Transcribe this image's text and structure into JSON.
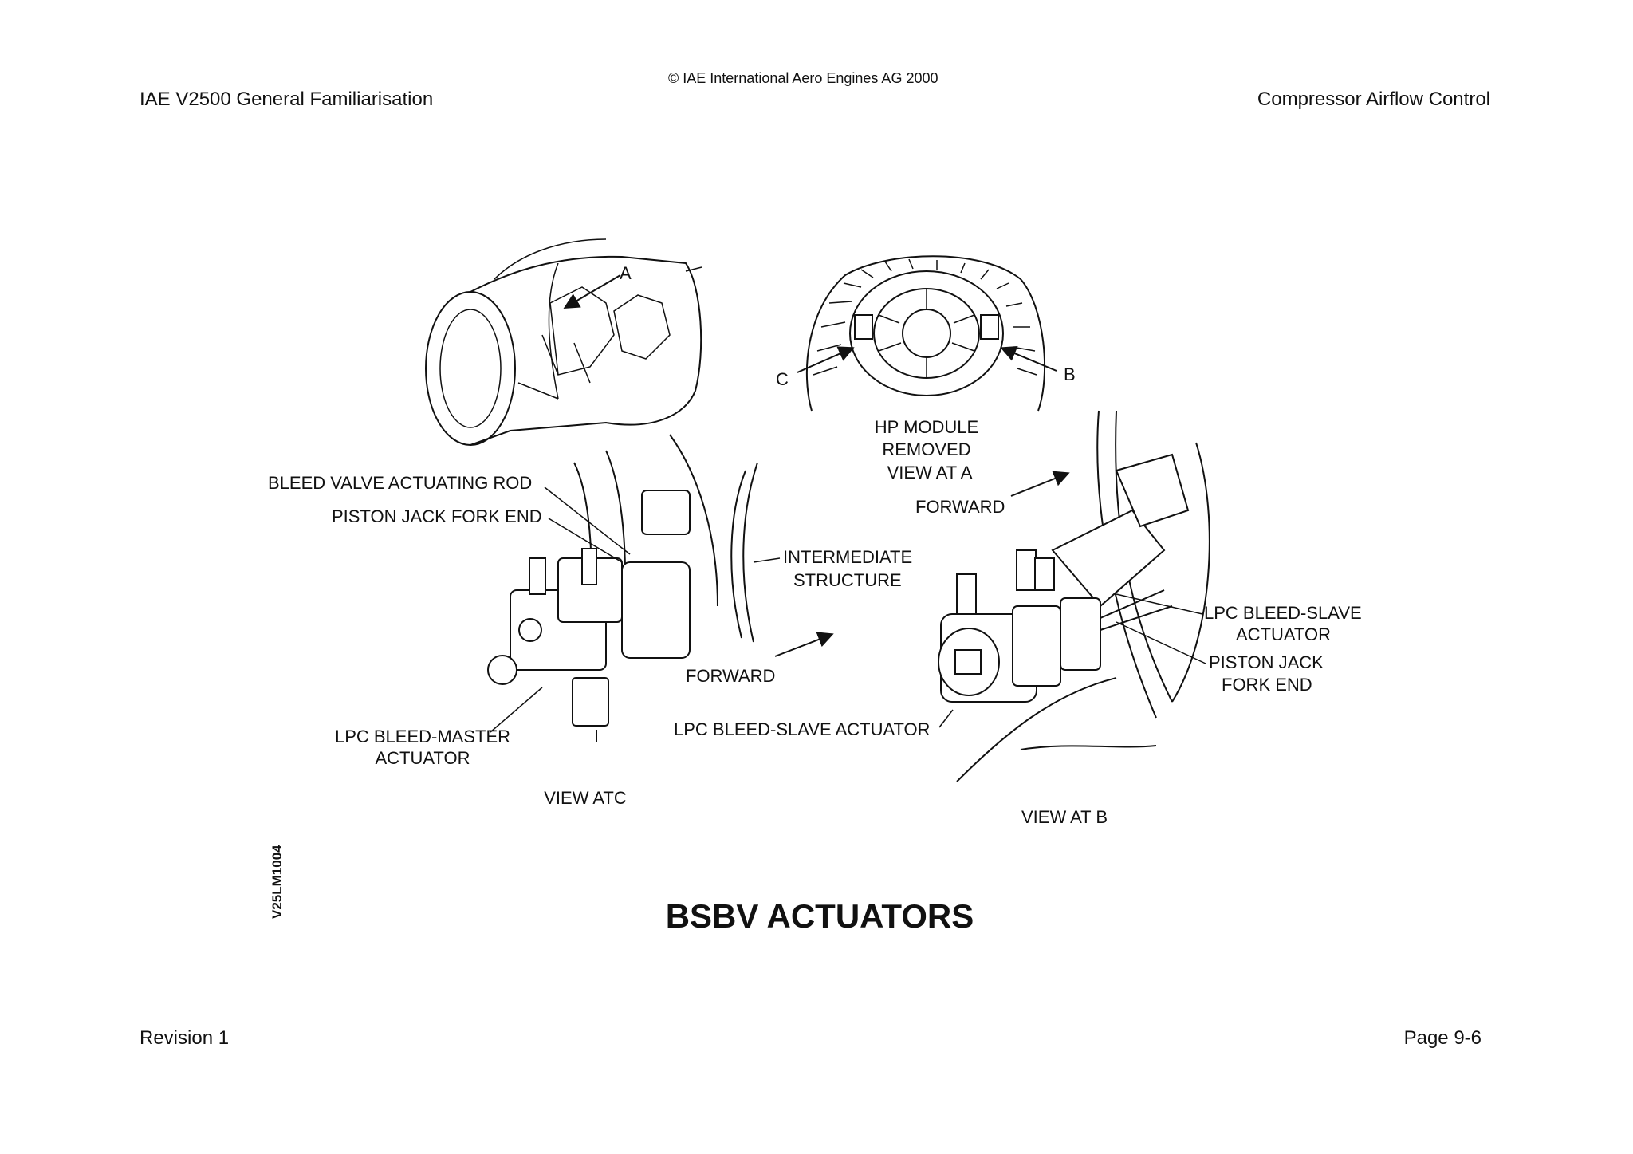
{
  "header": {
    "copyright": "© IAE International Aero Engines AG 2000",
    "left_title": "IAE V2500 General Familiarisation",
    "right_title": "Compressor Airflow Control"
  },
  "figure": {
    "title": "BSBV ACTUATORS",
    "figure_id": "V25LM1004",
    "labels": {
      "arrow_a": "A",
      "arrow_b": "B",
      "arrow_c": "C",
      "hp_module_1": "HP MODULE",
      "hp_module_2": "REMOVED",
      "view_at_a": "VIEW AT A",
      "forward_top": "FORWARD",
      "bleed_valve_rod": "BLEED VALVE ACTUATING ROD",
      "piston_fork_left": "PISTON JACK FORK END",
      "intermediate_1": "INTERMEDIATE",
      "intermediate_2": "STRUCTURE",
      "forward_mid": "FORWARD",
      "master_1": "LPC BLEED-MASTER",
      "master_2": "ACTUATOR",
      "view_atc": "VIEW ATC",
      "slave_bottom": "LPC BLEED-SLAVE ACTUATOR",
      "slave_right_1": "LPC BLEED-SLAVE",
      "slave_right_2": "ACTUATOR",
      "piston_fork_right_1": "PISTON JACK",
      "piston_fork_right_2": "FORK END",
      "view_at_b": "VIEW AT B"
    }
  },
  "footer": {
    "revision": "Revision 1",
    "page": "Page 9-6"
  }
}
